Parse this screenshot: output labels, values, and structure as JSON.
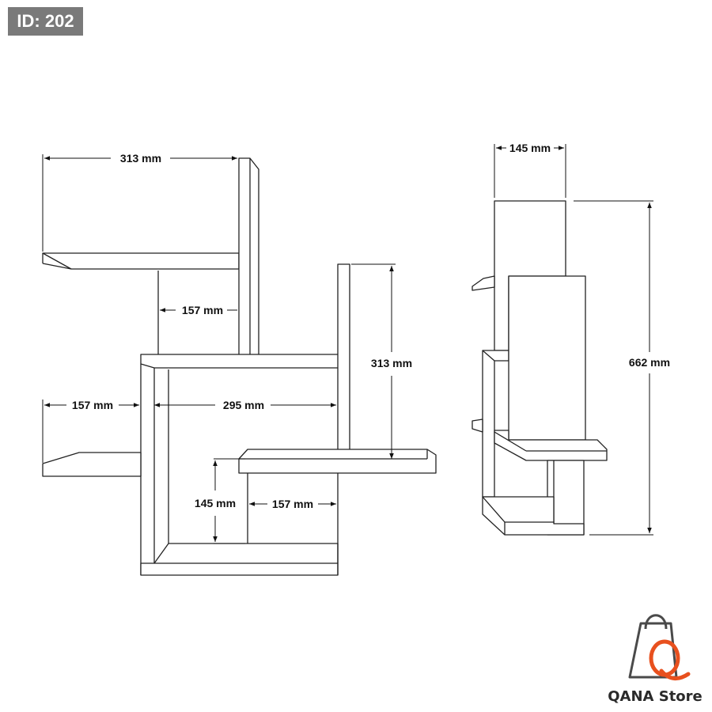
{
  "badge": {
    "label": "ID: 202"
  },
  "dimensions": {
    "front_top_width": "313 mm",
    "front_inner_width": "157 mm",
    "front_right_height": "313 mm",
    "front_left_shelf_width": "157 mm",
    "front_span_width": "295 mm",
    "front_bottom_height": "145 mm",
    "front_bottom_width": "157 mm",
    "side_depth": "145 mm",
    "side_total_height": "662 mm"
  },
  "brand": {
    "name": "QANA Store",
    "accent_color": "#e8501e",
    "icon": "shopping-bag-icon"
  }
}
